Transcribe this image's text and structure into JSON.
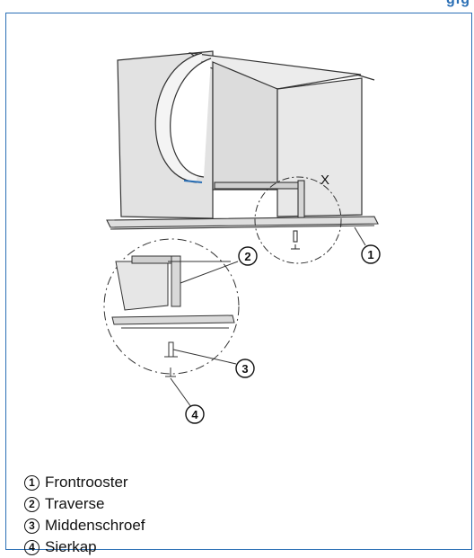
{
  "header": {
    "truncated_text": "gig"
  },
  "figure": {
    "detail_marker": "X",
    "callouts": [
      "1",
      "2",
      "3",
      "4"
    ]
  },
  "legend": [
    {
      "number": "1",
      "label": "Frontrooster"
    },
    {
      "number": "2",
      "label": "Traverse"
    },
    {
      "number": "3",
      "label": "Middenschroef"
    },
    {
      "number": "4",
      "label": "Sierkap"
    }
  ],
  "colors": {
    "frame_border": "#2a6fb5",
    "housing_fill": "#e4e4e4",
    "line": "#333333"
  }
}
